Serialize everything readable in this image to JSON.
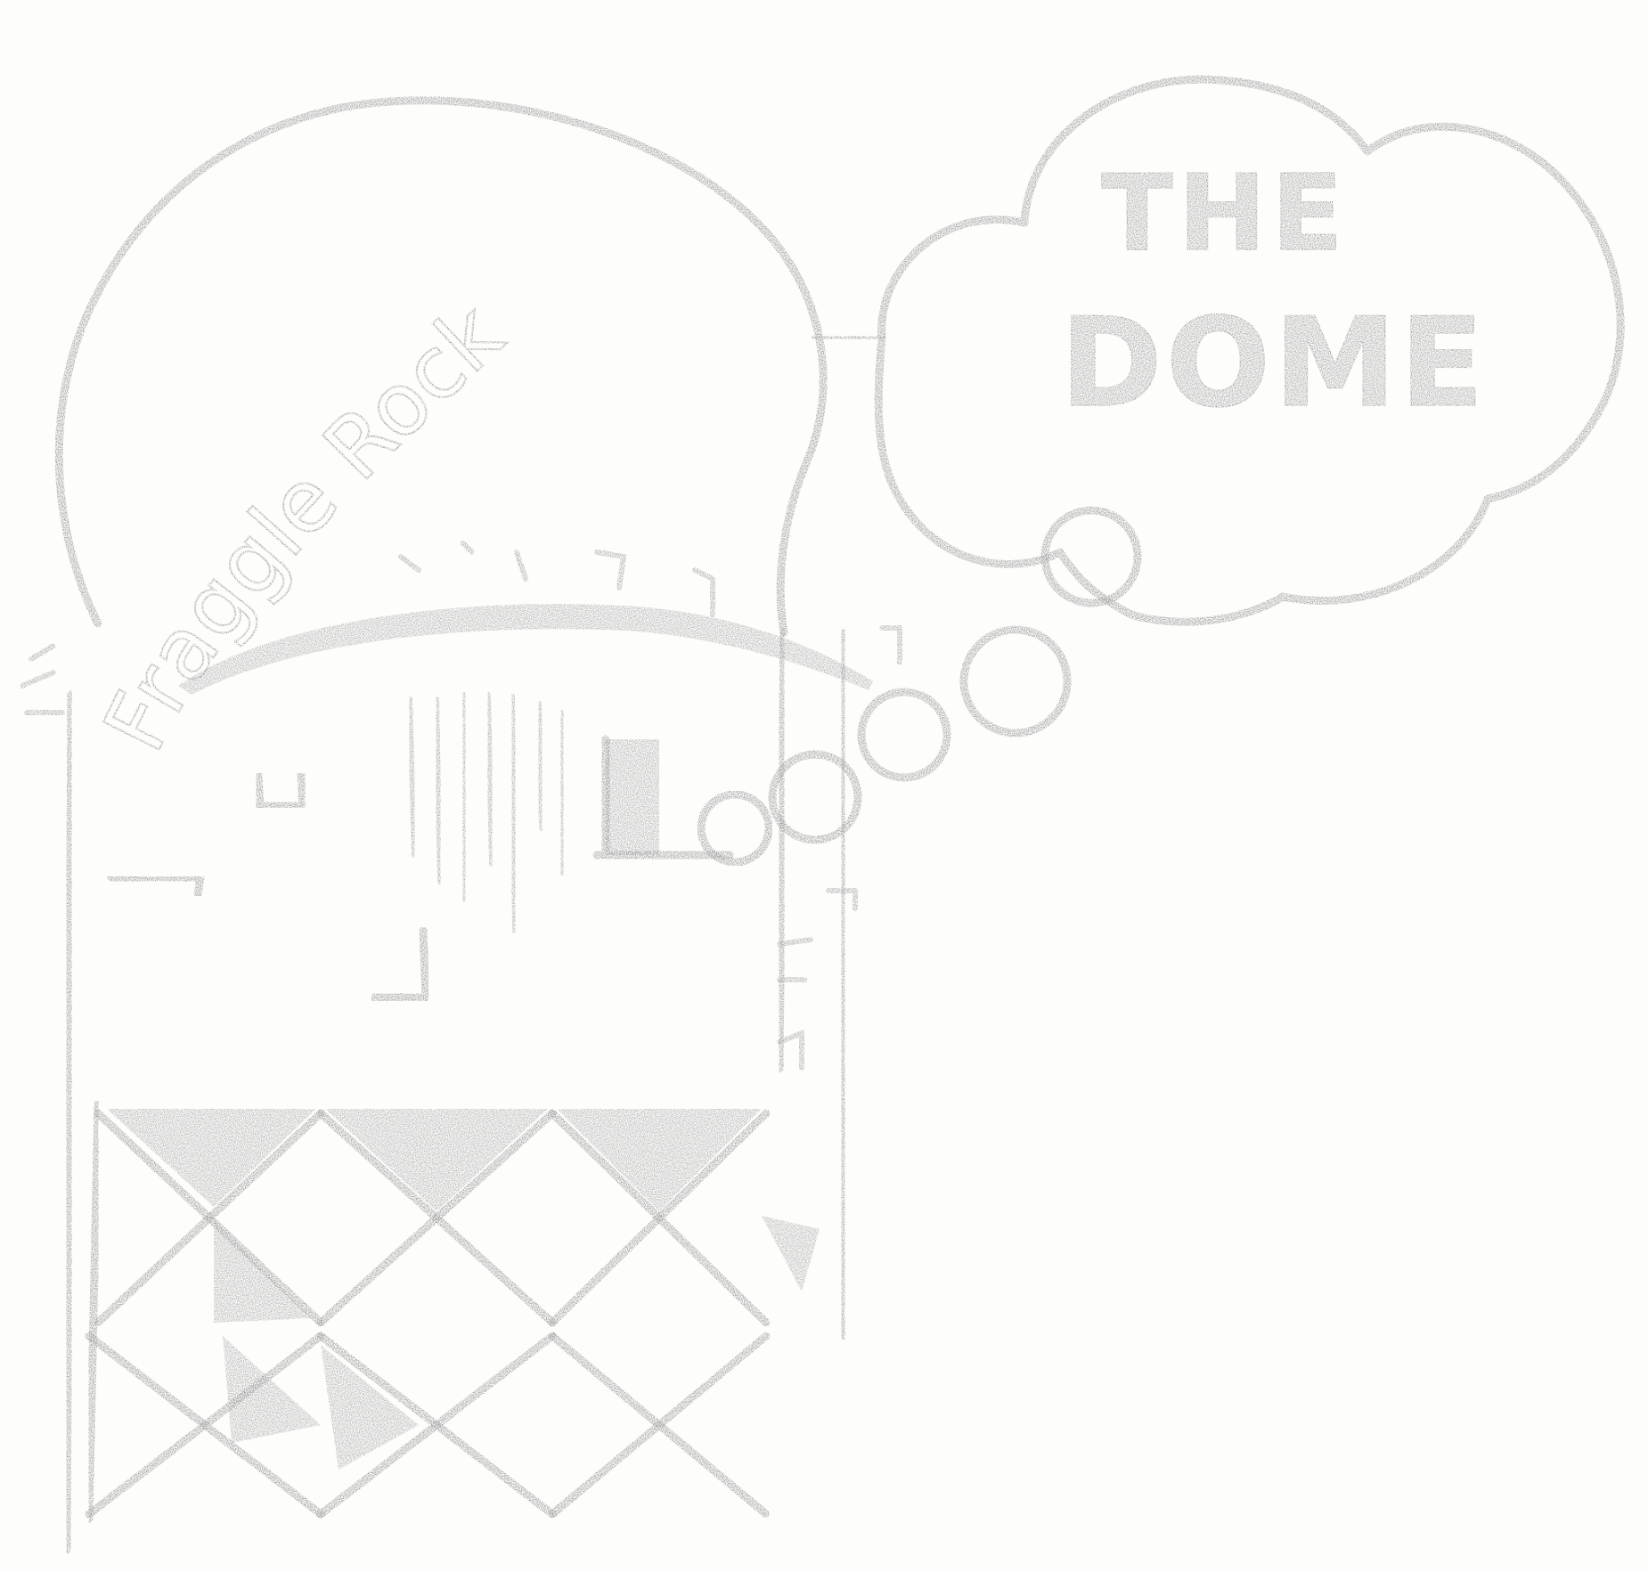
{
  "map": {
    "dome_label_line1": "THE",
    "dome_label_line2": "DOME",
    "rock_label": "Fraggle Rock"
  }
}
